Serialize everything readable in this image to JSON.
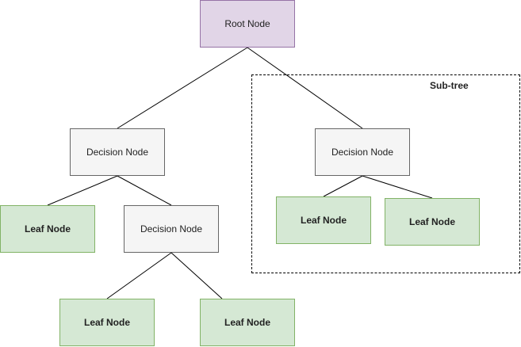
{
  "diagram": {
    "root": {
      "label": "Root Node"
    },
    "subtree": {
      "label": "Sub-tree"
    },
    "decision_nodes": [
      {
        "label": "Decision Node"
      },
      {
        "label": "Decision Node"
      },
      {
        "label": "Decision Node"
      }
    ],
    "leaf_nodes": [
      {
        "label": "Leaf Node"
      },
      {
        "label": "Leaf Node"
      },
      {
        "label": "Leaf Node"
      },
      {
        "label": "Leaf Node"
      },
      {
        "label": "Leaf Node"
      }
    ],
    "colors": {
      "root_fill": "#e1d5e7",
      "root_border": "#9673a6",
      "decision_fill": "#f5f5f5",
      "decision_border": "#666666",
      "leaf_fill": "#d5e8d4",
      "leaf_border": "#82b366",
      "edge": "#000000"
    }
  }
}
